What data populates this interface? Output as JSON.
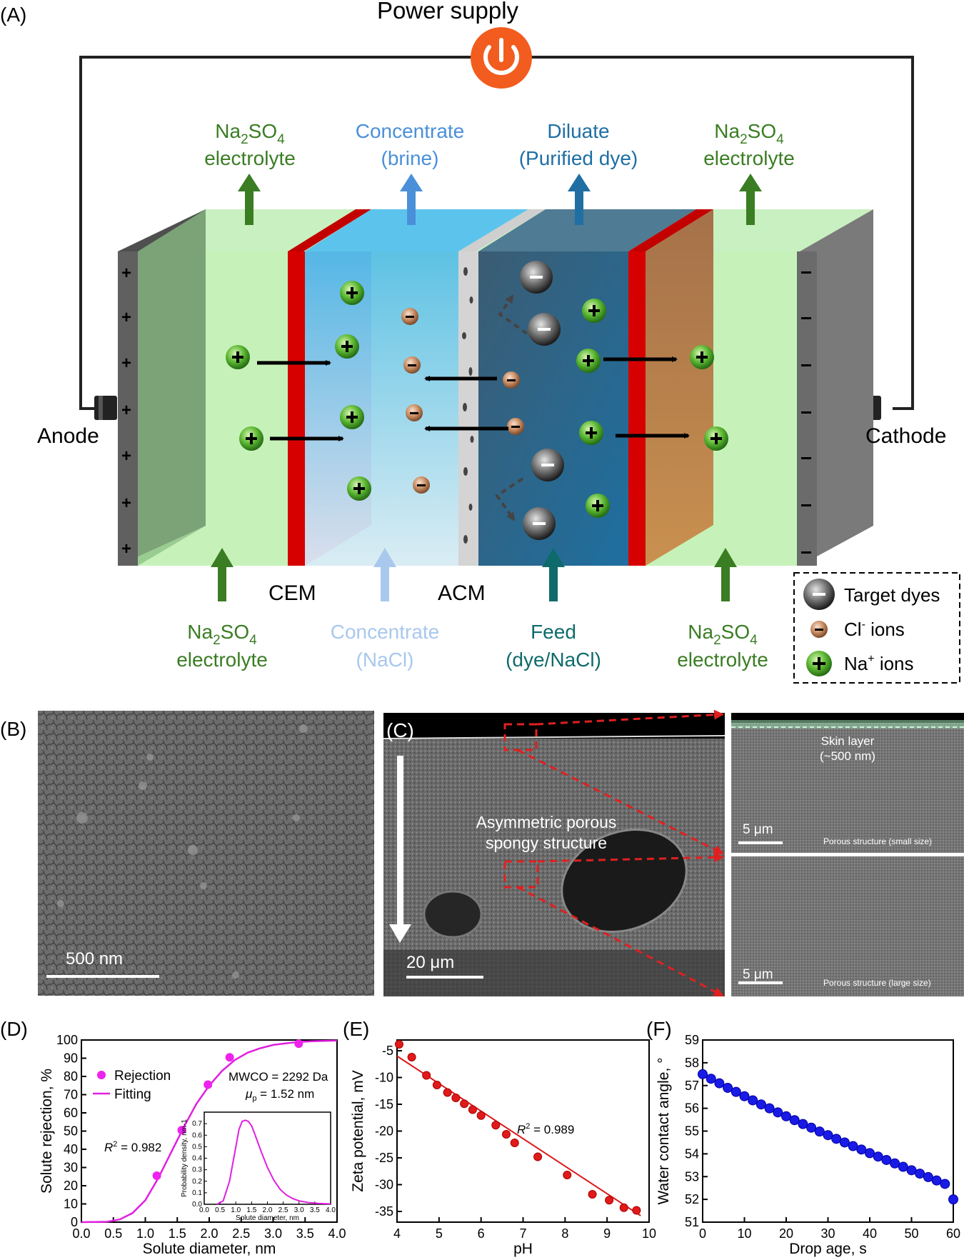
{
  "panelA": {
    "label": "(A)",
    "power_supply": "Power supply",
    "anode": "Anode",
    "cathode": "Cathode",
    "cem": "CEM",
    "acm": "ACM",
    "top_left_elec_1": "Na2SO4",
    "top_left_elec_2": "electrolyte",
    "concentrate_out_1": "Concentrate",
    "concentrate_out_2": "(brine)",
    "diluate_out_1": "Diluate",
    "diluate_out_2": "(Purified dye)",
    "top_right_elec_1": "Na2SO4",
    "top_right_elec_2": "electrolyte",
    "bottom_left_elec_1": "Na2SO4",
    "bottom_left_elec_2": "electrolyte",
    "concentrate_in_1": "Concentrate",
    "concentrate_in_2": "(NaCl)",
    "feed_1": "Feed",
    "feed_2": "(dye/NaCl)",
    "bottom_right_elec_1": "Na2SO4",
    "bottom_right_elec_2": "electrolyte",
    "legend": [
      {
        "icon": "target-dye-icon",
        "label": "Target dyes"
      },
      {
        "icon": "chloride-ion-icon",
        "label": "Cl- ions"
      },
      {
        "icon": "sodium-ion-icon",
        "label": "Na+ ions"
      }
    ],
    "colors": {
      "green": "#3a7d23",
      "concentrate": "#4a90d9",
      "diluate": "#1f6fa3",
      "feed": "#0f6b6b",
      "membrane_red": "#d60000"
    }
  },
  "panelB": {
    "label": "(B)",
    "scale": "500 nm"
  },
  "panelC": {
    "label": "(C)",
    "annotation_1": "Asymmetric porous",
    "annotation_2": "spongy structure",
    "scale_main": "20 μm",
    "skin_1": "Skin layer",
    "skin_2": "(~500 nm)",
    "scale_top": "5 μm",
    "porous_small": "Porous structure (small size)",
    "scale_bottom": "5 μm",
    "porous_large": "Porous structure (large size)"
  },
  "chart_data": [
    {
      "panel": "(D)",
      "type": "scatter",
      "xlabel": "Solute diameter, nm",
      "ylabel": "Solute rejection, %",
      "xlim": [
        0,
        4
      ],
      "ylim": [
        0,
        100
      ],
      "xticks": [
        "0.0",
        "0.5",
        "1.0",
        "1.5",
        "2.0",
        "2.5",
        "3.0",
        "3.5",
        "4.0"
      ],
      "yticks": [
        "0",
        "10",
        "20",
        "30",
        "40",
        "50",
        "60",
        "70",
        "80",
        "90",
        "100"
      ],
      "series": [
        {
          "name": "Rejection",
          "x": [
            1.18,
            1.57,
            1.98,
            2.32,
            3.4
          ],
          "y": [
            25.5,
            50.5,
            75.5,
            90.5,
            98
          ]
        },
        {
          "name": "Fitting",
          "x": [
            0.0,
            0.4,
            0.6,
            0.8,
            1.0,
            1.2,
            1.4,
            1.6,
            1.8,
            2.0,
            2.2,
            2.4,
            2.6,
            2.8,
            3.0,
            3.3,
            3.6,
            4.0
          ],
          "y": [
            0,
            0.2,
            1.5,
            5,
            12,
            24,
            38,
            52,
            65,
            75,
            83,
            89,
            93,
            95.5,
            97.3,
            98.6,
            99.3,
            99.7
          ]
        }
      ],
      "annotations": {
        "mwco": "MWCO = 2292 Da",
        "mup": "μp = 1.52 nm",
        "r2": "R2 = 0.982"
      },
      "inset": {
        "type": "line",
        "xlabel": "Solute diameter, nm",
        "ylabel": "Probability density, nm-1",
        "xlim": [
          0,
          4
        ],
        "ylim": [
          0,
          0.8
        ],
        "xticks": [
          "0.0",
          "0.5",
          "1.0",
          "1.5",
          "2.0",
          "2.5",
          "3.0",
          "3.5",
          "4.0"
        ],
        "yticks": [
          "0.0",
          "0.1",
          "0.2",
          "0.3",
          "0.4",
          "0.5",
          "0.6",
          "0.7"
        ],
        "x": [
          0.4,
          0.6,
          0.8,
          1.0,
          1.1,
          1.2,
          1.3,
          1.4,
          1.5,
          1.6,
          1.8,
          2.0,
          2.2,
          2.4,
          2.6,
          2.8,
          3.0,
          3.3,
          3.6,
          4.0
        ],
        "y": [
          0,
          0.03,
          0.2,
          0.5,
          0.65,
          0.72,
          0.73,
          0.72,
          0.68,
          0.61,
          0.46,
          0.32,
          0.21,
          0.13,
          0.08,
          0.05,
          0.03,
          0.015,
          0.008,
          0.003
        ]
      }
    },
    {
      "panel": "(E)",
      "type": "scatter",
      "xlabel": "pH",
      "ylabel": "Zeta potential, mV",
      "xlim": [
        4,
        10
      ],
      "ylim": [
        -37,
        -3
      ],
      "xticks": [
        "4",
        "5",
        "6",
        "7",
        "8",
        "9",
        "10"
      ],
      "yticks": [
        "-5",
        "-10",
        "-15",
        "-20",
        "-25",
        "-30",
        "-35"
      ],
      "series": [
        {
          "name": "data",
          "x": [
            4.05,
            4.35,
            4.7,
            4.95,
            5.2,
            5.4,
            5.6,
            5.8,
            6.0,
            6.35,
            6.6,
            6.8,
            7.35,
            8.05,
            8.65,
            9.05,
            9.4,
            9.7
          ],
          "y": [
            -3.8,
            -6.2,
            -9.6,
            -11.4,
            -12.8,
            -13.8,
            -14.9,
            -16.0,
            -17.1,
            -18.9,
            -20.6,
            -22.2,
            -24.8,
            -28.2,
            -31.8,
            -32.9,
            -34.3,
            -34.8
          ]
        },
        {
          "name": "fit",
          "x": [
            4.0,
            9.8
          ],
          "y": [
            -6.0,
            -35.8
          ]
        }
      ],
      "annotations": {
        "r2": "R2 = 0.989"
      }
    },
    {
      "panel": "(F)",
      "type": "scatter",
      "xlabel": "Drop age, s",
      "ylabel": "Water contact angle, °",
      "xlim": [
        0,
        60
      ],
      "ylim": [
        51,
        59
      ],
      "xticks": [
        "0",
        "10",
        "20",
        "30",
        "40",
        "50",
        "60"
      ],
      "yticks": [
        "51",
        "52",
        "53",
        "54",
        "55",
        "56",
        "57",
        "58",
        "59"
      ],
      "series": [
        {
          "name": "data",
          "x": [
            0,
            2,
            4,
            6,
            8,
            10,
            12,
            14,
            16,
            18,
            20,
            22,
            24,
            26,
            28,
            30,
            32,
            34,
            36,
            38,
            40,
            42,
            44,
            46,
            48,
            50,
            52,
            54,
            56,
            58,
            60
          ],
          "y": [
            57.5,
            57.3,
            57.1,
            56.9,
            56.72,
            56.53,
            56.35,
            56.17,
            56.0,
            55.82,
            55.65,
            55.48,
            55.31,
            55.15,
            54.98,
            54.82,
            54.66,
            54.5,
            54.34,
            54.19,
            54.03,
            53.88,
            53.73,
            53.58,
            53.43,
            53.28,
            53.13,
            52.98,
            52.83,
            52.68,
            52.0
          ]
        }
      ]
    }
  ]
}
